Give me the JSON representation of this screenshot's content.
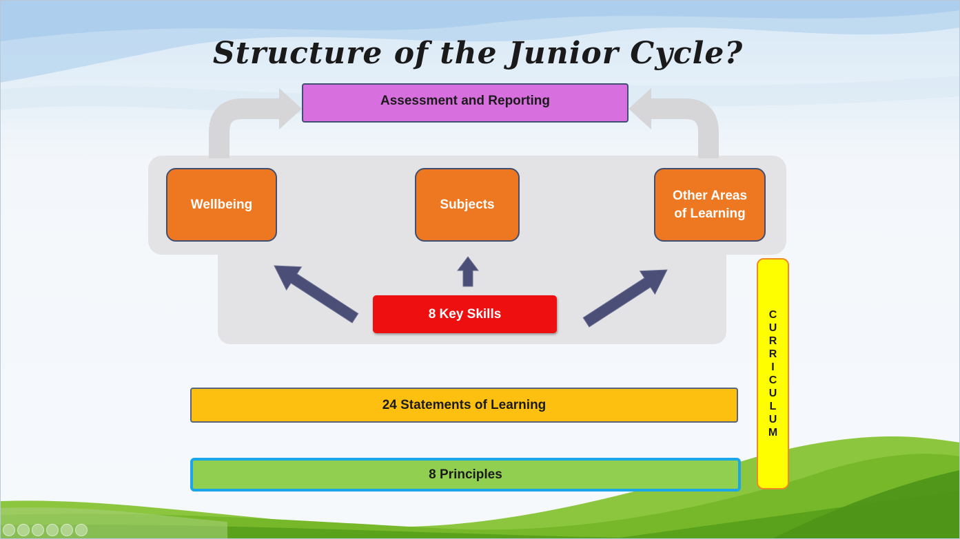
{
  "slide": {
    "title": "Structure of the Junior Cycle?",
    "assessment": "Assessment and Reporting",
    "areas": [
      "Wellbeing",
      "Subjects",
      "Other Areas of Learning"
    ],
    "key_skills": "8 Key Skills",
    "statements": "24 Statements of Learning",
    "principles": "8 Principles",
    "curriculum_letters": [
      "C",
      "U",
      "R",
      "R",
      "I",
      "C",
      "U",
      "L",
      "U",
      "M"
    ]
  },
  "colors": {
    "assessment": "#d86fde",
    "areas": "#ee7722",
    "key_skills": "#ee1010",
    "statements": "#fdbf10",
    "principles": "#91cf50",
    "principles_border": "#1aa6e8",
    "curriculum": "#fefe00",
    "arrows": "#4b4f78",
    "panel": "#e3e3e6"
  }
}
